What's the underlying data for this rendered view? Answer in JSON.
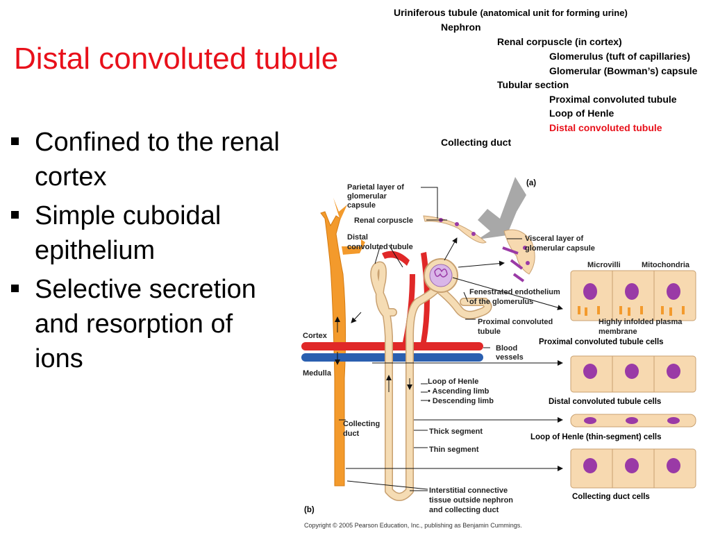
{
  "slide": {
    "title": "Distal convoluted tubule",
    "bullets": [
      "Confined to the renal cortex",
      "Simple cuboidal epithelium",
      "Selective secretion and resorption of ions"
    ]
  },
  "outline": {
    "root": "Uriniferous tubule",
    "root_note": "(anatomical unit for forming urine)",
    "nephron": "Nephron",
    "renal_corpuscle": "Renal corpuscle (in cortex)",
    "glomerulus": "Glomerulus (tuft of capillaries)",
    "capsule": "Glomerular (Bowman’s) capsule",
    "tubular_section": "Tubular section",
    "pct": "Proximal convoluted tubule",
    "loop": "Loop of Henle",
    "dct": "Distal convoluted tubule",
    "collecting_duct": "Collecting duct",
    "highlight_color": "#e8101a"
  },
  "figure": {
    "panel_a": "(a)",
    "panel_b": "(b)",
    "labels": {
      "parietal_1": "Parietal layer of",
      "parietal_2": "glomerular",
      "parietal_3": "capsule",
      "renal_corpuscle": "Renal corpuscle",
      "dct_1": "Distal",
      "dct_2": "convoluted tubule",
      "visceral_1": "Visceral layer of",
      "visceral_2": "glomerular capsule",
      "microvilli": "Microvilli",
      "mitochondria": "Mitochondria",
      "fenestrated_1": "Fenestrated endothelium",
      "fenestrated_2": "of the glomerulus",
      "pct_1": "Proximal convoluted",
      "pct_2": "tubule",
      "infolded_1": "Highly infolded plasma",
      "infolded_2": "membrane",
      "cortex": "Cortex",
      "medulla": "Medulla",
      "blood_1": "Blood",
      "blood_2": "vessels",
      "loop": "Loop of Henle",
      "ascending": "• Ascending limb",
      "descending": "• Descending limb",
      "collecting_1": "Collecting",
      "collecting_2": "duct",
      "thick": "Thick segment",
      "thin": "Thin segment",
      "interstitial_1": "Interstitial connective",
      "interstitial_2": "tissue outside nephron",
      "interstitial_3": "and collecting duct"
    },
    "cell_captions": {
      "pct": "Proximal convoluted tubule cells",
      "dct": "Distal convoluted tubule cells",
      "loop_thin": "Loop of Henle (thin-segment) cells",
      "collecting": "Collecting duct cells"
    },
    "colors": {
      "collecting_duct": "#f39a2c",
      "tubule": "#f5dcb4",
      "artery": "#e02828",
      "vein": "#2a5fb0",
      "nucleus": "#9a3aa6",
      "cytoplasm": "#f7d9b0"
    },
    "copyright": "Copyright © 2005 Pearson Education, Inc., publishing as Benjamin Cummings."
  }
}
